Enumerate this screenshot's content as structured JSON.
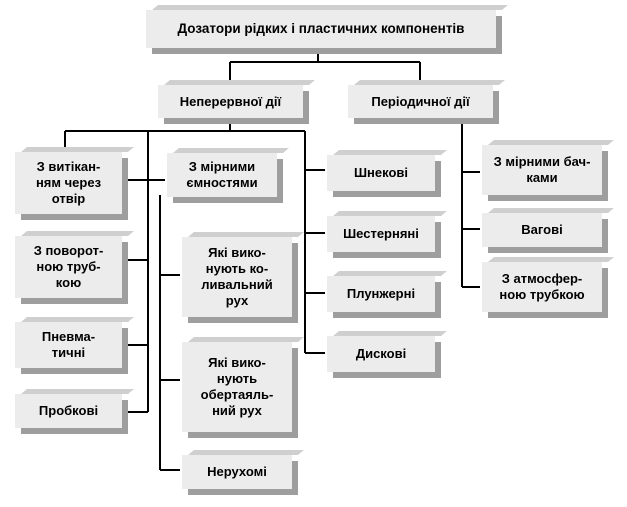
{
  "root": {
    "label": "Дозатори рідких і пластичних компонентів"
  },
  "categories": [
    {
      "label": "Неперервної дії"
    },
    {
      "label": "Періодичної дії"
    }
  ],
  "left_column": [
    {
      "label": "З витікан-\nням через\nотвір"
    },
    {
      "label": "З поворот-\nною труб-\nкою"
    },
    {
      "label": "Пневма-\nтичні"
    },
    {
      "label": "Пробкові"
    }
  ],
  "measuring_containers": {
    "label": "З мірними\nємностями"
  },
  "container_types": [
    {
      "label": "Які вико-\nнують ко-\nливальний\nрух"
    },
    {
      "label": "Які вико-\nнують\nобертаяль-\nний рух"
    },
    {
      "label": "Нерухомі"
    }
  ],
  "mechanism_types": [
    {
      "label": "Шнекові"
    },
    {
      "label": "Шестерняні"
    },
    {
      "label": "Плунжерні"
    },
    {
      "label": "Дискові"
    }
  ],
  "periodic_types": [
    {
      "label": "З мірними бач-\nками"
    },
    {
      "label": "Вагові"
    },
    {
      "label": "З атмосфер-\nною трубкою"
    }
  ]
}
